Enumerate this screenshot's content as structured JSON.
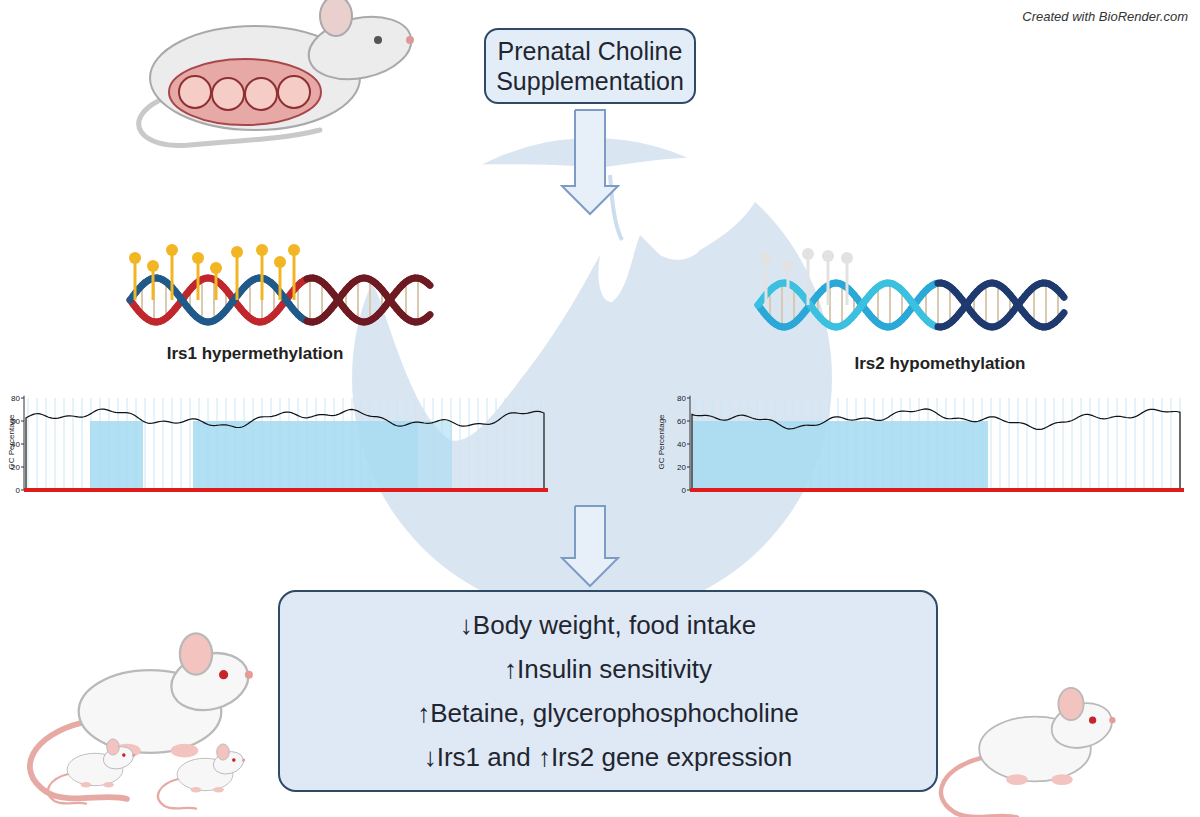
{
  "diagram": {
    "nodes": [
      {
        "text": [
          "Prenatal Choline Supplementation"
        ]
      },
      {
        "text": [
          "↓Body weight, food intake",
          "↑Insulin sensitivity",
          "↑Betaine, glycerophosphocholine",
          "↓Irs1 and ↑Irs2 gene expression"
        ]
      }
    ],
    "edges": [
      {
        "from": 0,
        "to": 1,
        "arrow": "to"
      }
    ],
    "labels": [
      "Created with BioRender.com",
      "Irs1 hypermethylation",
      "Irs2 hypomethylation",
      "GC Percentage",
      "80",
      "60",
      "40",
      "20",
      "0",
      "GC Percentage",
      "80",
      "60",
      "40",
      "20",
      "0"
    ]
  }
}
